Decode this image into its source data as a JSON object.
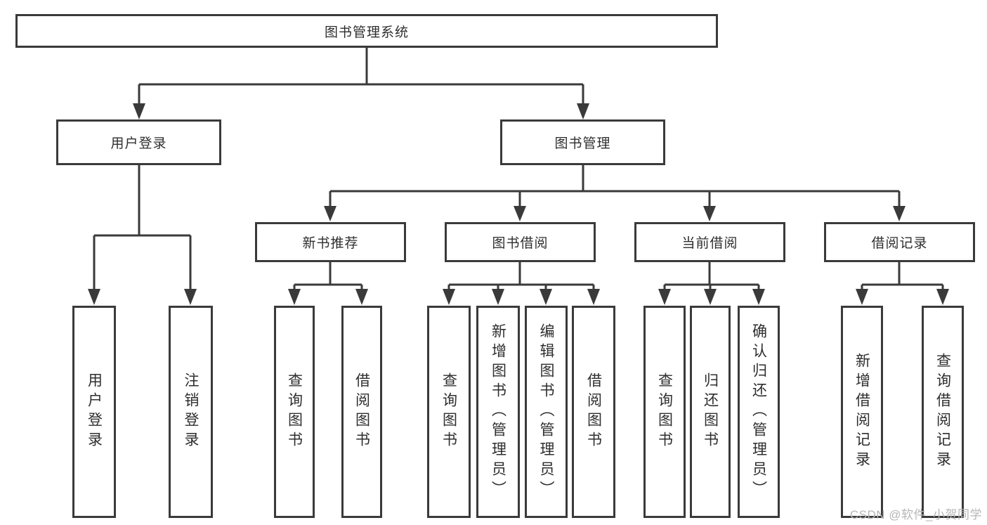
{
  "colors": {
    "line": "#3a3a3a",
    "text": "#2e2e2e",
    "watermark": "#b6b6b6"
  },
  "diagram": {
    "root": {
      "label": "图书管理系统"
    },
    "user_login": {
      "label": "用户登录",
      "children": {
        "login": "用户登录",
        "logout": "注销登录"
      }
    },
    "book_mgmt": {
      "label": "图书管理",
      "sections": {
        "new_books": {
          "label": "新书推荐",
          "children": {
            "query": "查询图书",
            "borrow": "借阅图书"
          }
        },
        "borrowing": {
          "label": "图书借阅",
          "children": {
            "query": "查询图书",
            "add": "新增图书（管理员）",
            "edit": "编辑图书（管理员）",
            "borrow": "借阅图书"
          }
        },
        "current": {
          "label": "当前借阅",
          "children": {
            "query": "查询图书",
            "return": "归还图书",
            "confirm": "确认归还（管理员）"
          }
        },
        "records": {
          "label": "借阅记录",
          "children": {
            "add": "新增借阅记录",
            "query": "查询借阅记录"
          }
        }
      }
    }
  },
  "watermark": {
    "text": "CSDN @软件_小贺同学"
  }
}
